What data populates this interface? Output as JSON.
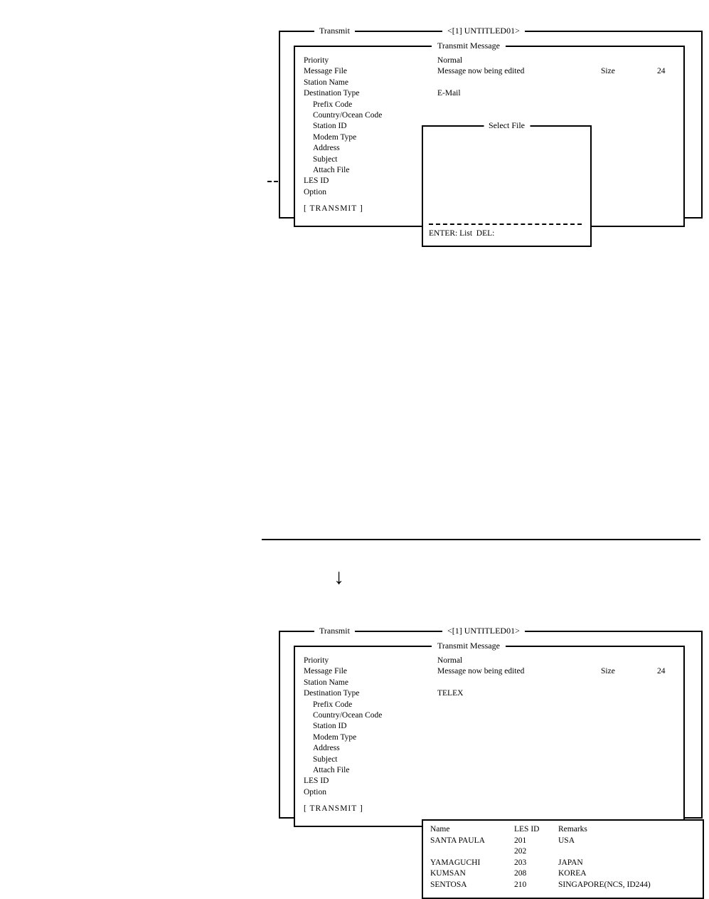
{
  "arrow": "↓",
  "screen1": {
    "window_title": "Transmit",
    "window_doc": "<[1] UNTITLED01>",
    "dialog_title": "Transmit Message",
    "fields": [
      {
        "label": "Priority",
        "value": "Normal"
      },
      {
        "label": "Message File",
        "value": "Message now being edited",
        "size_label": "Size",
        "size_value": "24"
      },
      {
        "label": "Station Name",
        "value": ""
      },
      {
        "label": "Destination Type",
        "value": "E-Mail"
      },
      {
        "label": "Prefix Code",
        "value": ""
      },
      {
        "label": "Country/Ocean Code",
        "value": ""
      },
      {
        "label": "Station ID",
        "value": ""
      },
      {
        "label": "Modem Type",
        "value": ""
      },
      {
        "label": "Address",
        "value": ""
      },
      {
        "label": "Subject",
        "value": ""
      },
      {
        "label": "Attach File",
        "value": ""
      },
      {
        "label": "LES ID",
        "value": ""
      },
      {
        "label": "Option",
        "value": ""
      }
    ],
    "transmit_button": "[ TRANSMIT ]",
    "select_file": {
      "title": "Select File",
      "footer": "ENTER: List  DEL:"
    }
  },
  "screen2": {
    "window_title": "Transmit",
    "window_doc": "<[1] UNTITLED01>",
    "dialog_title": "Transmit Message",
    "fields": [
      {
        "label": "Priority",
        "value": "Normal"
      },
      {
        "label": "Message File",
        "value": "Message now being edited",
        "size_label": "Size",
        "size_value": "24"
      },
      {
        "label": "Station Name",
        "value": ""
      },
      {
        "label": "Destination Type",
        "value": "TELEX"
      },
      {
        "label": "Prefix Code",
        "value": ""
      },
      {
        "label": "Country/Ocean Code",
        "value": ""
      },
      {
        "label": "Station ID",
        "value": ""
      },
      {
        "label": "Modem Type",
        "value": ""
      },
      {
        "label": "Address",
        "value": ""
      },
      {
        "label": "Subject",
        "value": ""
      },
      {
        "label": "Attach File",
        "value": ""
      },
      {
        "label": "LES ID",
        "value": ""
      },
      {
        "label": "Option",
        "value": ""
      }
    ],
    "transmit_button": "[ TRANSMIT ]",
    "station_list": {
      "columns": [
        "Name",
        "LES ID",
        "Remarks"
      ],
      "rows": [
        {
          "name": "SANTA PAULA",
          "les_id": "201",
          "remarks": "USA"
        },
        {
          "name": "",
          "les_id": "202",
          "remarks": ""
        },
        {
          "name": "YAMAGUCHI",
          "les_id": "203",
          "remarks": "JAPAN"
        },
        {
          "name": "KUMSAN",
          "les_id": "208",
          "remarks": "KOREA"
        },
        {
          "name": "SENTOSA",
          "les_id": "210",
          "remarks": "SINGAPORE(NCS, ID244)"
        }
      ]
    }
  }
}
